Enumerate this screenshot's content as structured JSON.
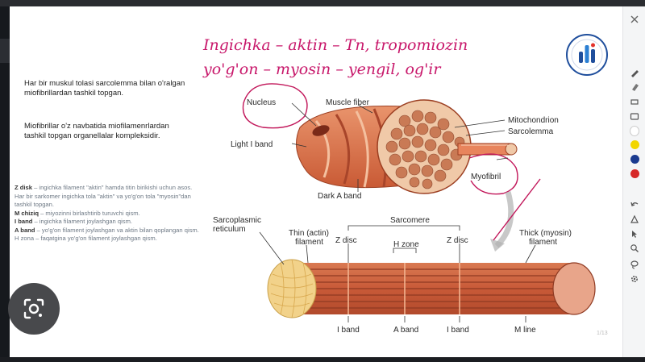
{
  "handwriting": {
    "line1": "Ingichka – aktin – Tn, tropomiozin",
    "line2": "yo'g'on – myosin – yengil, og'ir"
  },
  "left_text": {
    "para1": "Har bir muskul tolasi sarcolemma bilan o'ralgan miofibrillardan tashkil topgan.",
    "para2": "Miofibrillar o'z navbatida miofilamenrlardan tashkil topgan organellalar kompleksidir.",
    "faint": [
      {
        "bold": "Z disk",
        "rest": " – ingichka filament \"aktin\" hamda titin birikishi uchun asos."
      },
      {
        "bold": "",
        "rest": "Har bir sarkomer ingichka tola \"aktin\" va yo'g'on tola \"myosin\"dan tashkil topgan."
      },
      {
        "bold": "M chiziq",
        "rest": " – miyozinni birlashtirib turuvchi qism."
      },
      {
        "bold": "I band",
        "rest": " – ingichka filament joylashgan qism."
      },
      {
        "bold": "A band",
        "rest": " – yo'g'on filament joylashgan va aktin bilan qoplangan qism."
      },
      {
        "bold": "",
        "rest": "H zona – faqatgina yo'g'on filament joylashgan qism."
      }
    ]
  },
  "diagram_top": {
    "nucleus": "Nucleus",
    "muscle_fiber": "Muscle fiber",
    "mitochondrion": "Mitochondrion",
    "sarcolemma": "Sarcolemma",
    "light_i_band": "Light I band",
    "myofibril": "Myofibril",
    "dark_a_band": "Dark A band"
  },
  "diagram_bottom": {
    "sarcoplasmic": "Sarcoplasmic",
    "reticulum": "reticulum",
    "thin_line1": "Thin (actin)",
    "thin_line2": "filament",
    "z_disc_left": "Z disc",
    "h_zone": "H zone",
    "z_disc_right": "Z disc",
    "sarcomere": "Sarcomere",
    "thick_line1": "Thick (myosin)",
    "thick_line2": "filament",
    "i_band_left": "I band",
    "a_band": "A band",
    "i_band_right": "I band",
    "m_line": "M line"
  },
  "colors": {
    "ink": "#c8186b",
    "muscle": "#d9734a",
    "pen_yellow": "#f2d600",
    "pen_blue": "#1a3a8f",
    "pen_red": "#d62828"
  },
  "toolbar": [
    "pen-tool",
    "highlighter-tool",
    "eraser-tool",
    "text-tool",
    "color-yellow",
    "color-blue",
    "color-red",
    "undo-tool",
    "shape-tool",
    "zoom-tool",
    "lasso-tool",
    "settings-tool"
  ],
  "page_number": "1/13"
}
